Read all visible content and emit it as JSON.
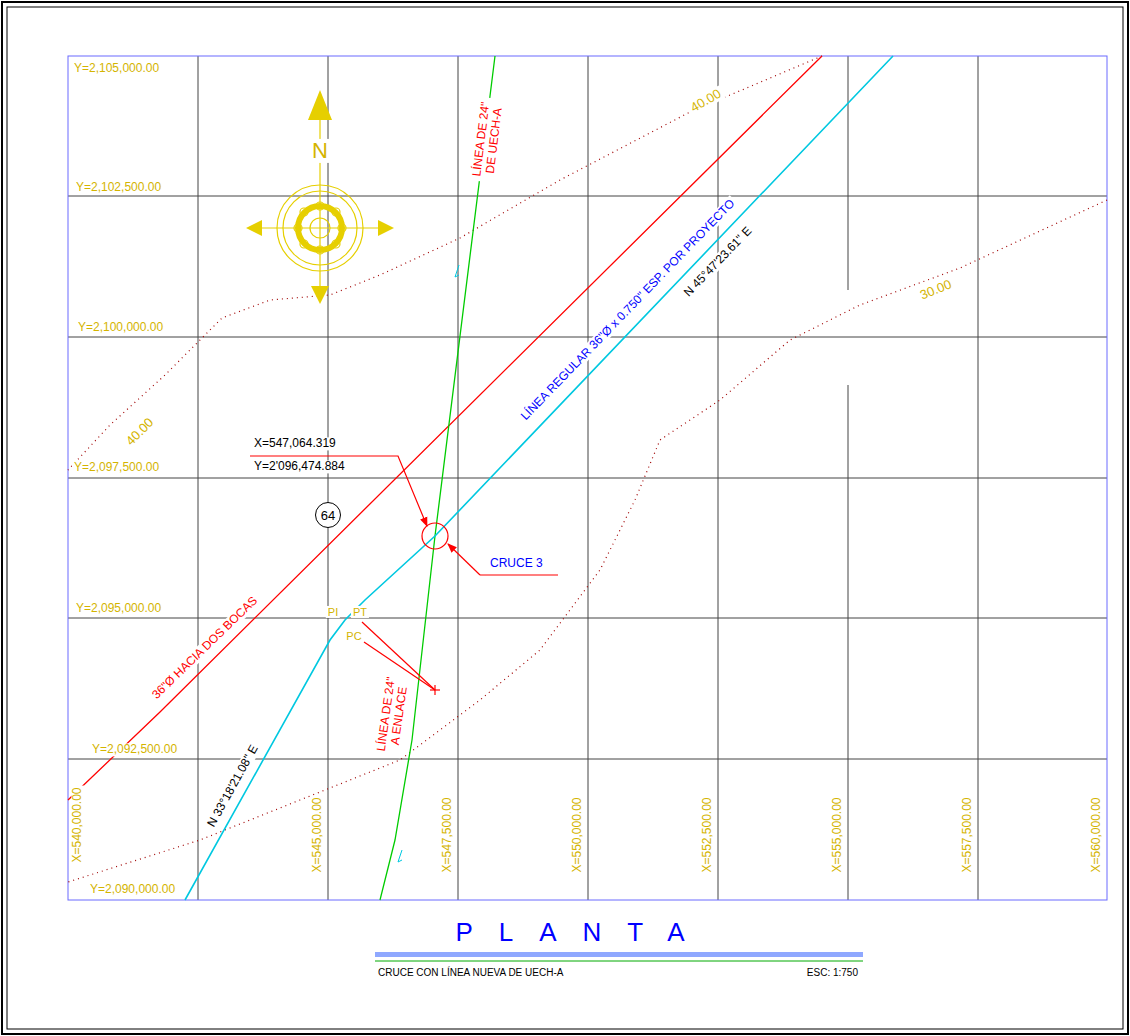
{
  "diagram": {
    "title": "PLANTA",
    "caption": "CRUCE CON LÍNEA NUEVA DE UECH-A",
    "nodes": [
      {
        "text": [
          "64"
        ]
      }
    ],
    "labels": [
      "N",
      "Y=2,105,000.00",
      "Y=2,102,500.00",
      "Y=2,100,000.00",
      "Y=2,097,500.00",
      "Y=2,095,000.00",
      "Y=2,092,500.00",
      "Y=2,090,000.00",
      "X=540,000.00",
      "X=545,000.00",
      "X=547,500.00",
      "X=550,000.00",
      "X=552,500.00",
      "X=555,000.00",
      "X=557,500.00",
      "X=560,000.00",
      "40.00",
      "30.00",
      "40.00",
      "LÍNEA DE 24\" DE UECH-A",
      "LÍNEA REGULAR 36\"Ø x 0.750\" ESP. POR PROYECTO",
      "N 45°47'23.61\" E",
      "36\"Ø HACIA DOS BOCAS",
      "N 33°18'21.08\" E",
      "LÍNEA DE 24\" A ENLACE",
      "X=547,064.319",
      "Y=2'096,474.884",
      "CRUCE 3",
      "PI",
      "PT",
      "PC",
      "ESC: 1:750"
    ]
  }
}
